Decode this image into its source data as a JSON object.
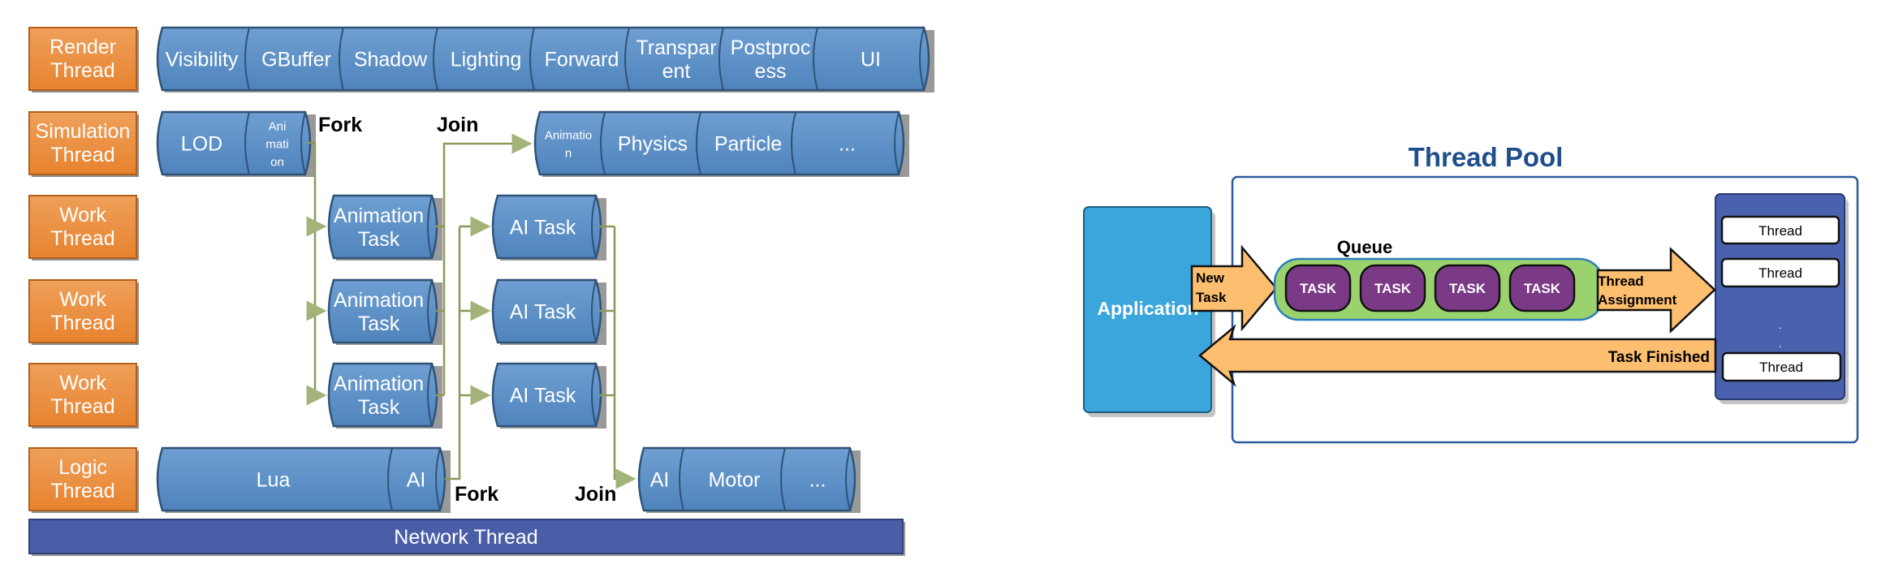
{
  "left_diagram": {
    "thread_labels": [
      [
        "Render",
        "Thread"
      ],
      [
        "Simulation",
        "Thread"
      ],
      [
        "Work",
        "Thread"
      ],
      [
        "Work",
        "Thread"
      ],
      [
        "Work",
        "Thread"
      ],
      [
        "Logic",
        "Thread"
      ]
    ],
    "render_segments": [
      [
        "Visibility"
      ],
      [
        "GBuffer"
      ],
      [
        "Shadow"
      ],
      [
        "Lighting"
      ],
      [
        "Forward"
      ],
      [
        "Transpar",
        "ent"
      ],
      [
        "Postproc",
        "ess"
      ],
      [
        "UI"
      ]
    ],
    "simulation_left_segments": [
      [
        "LOD"
      ],
      [
        "Ani",
        "mati",
        "on"
      ]
    ],
    "simulation_right_segments": [
      [
        "Animatio",
        "n"
      ],
      [
        "Physics"
      ],
      [
        "Particle"
      ],
      [
        "..."
      ]
    ],
    "animation_tasks": [
      [
        "Animation",
        "Task"
      ],
      [
        "Animation",
        "Task"
      ],
      [
        "Animation",
        "Task"
      ]
    ],
    "ai_tasks": [
      [
        "AI Task"
      ],
      [
        "AI Task"
      ],
      [
        "AI Task"
      ]
    ],
    "logic_left_segments": [
      [
        "Lua"
      ],
      [
        "AI"
      ]
    ],
    "logic_right_segments": [
      [
        "AI"
      ],
      [
        "Motor"
      ],
      [
        "..."
      ]
    ],
    "fork_top": "Fork",
    "join_top": "Join",
    "fork_bottom": "Fork",
    "join_bottom": "Join",
    "network_thread": "Network Thread",
    "colors": {
      "label_orange": "#ea8a3c",
      "bar_blue": "#5b8fc6",
      "network_blue": "#4a5ea8",
      "wire": "#8a9a5b"
    }
  },
  "right_diagram": {
    "title": "Thread Pool",
    "application": "Application",
    "queue_label": "Queue",
    "tasks": [
      "TASK",
      "TASK",
      "TASK",
      "TASK"
    ],
    "new_task": [
      "New",
      "Task"
    ],
    "thread_assignment": [
      "Thread",
      "Assignment"
    ],
    "task_finished": "Task Finished",
    "threads": [
      "Thread",
      "Thread",
      "Thread"
    ],
    "ellipsis": ".  .",
    "colors": {
      "title": "#1f4e8c",
      "application": "#3aa6dc",
      "queue": "#9ad26e",
      "task": "#7a3a86",
      "arrow": "#fdbf6f",
      "thread_panel": "#4a62ad"
    }
  }
}
